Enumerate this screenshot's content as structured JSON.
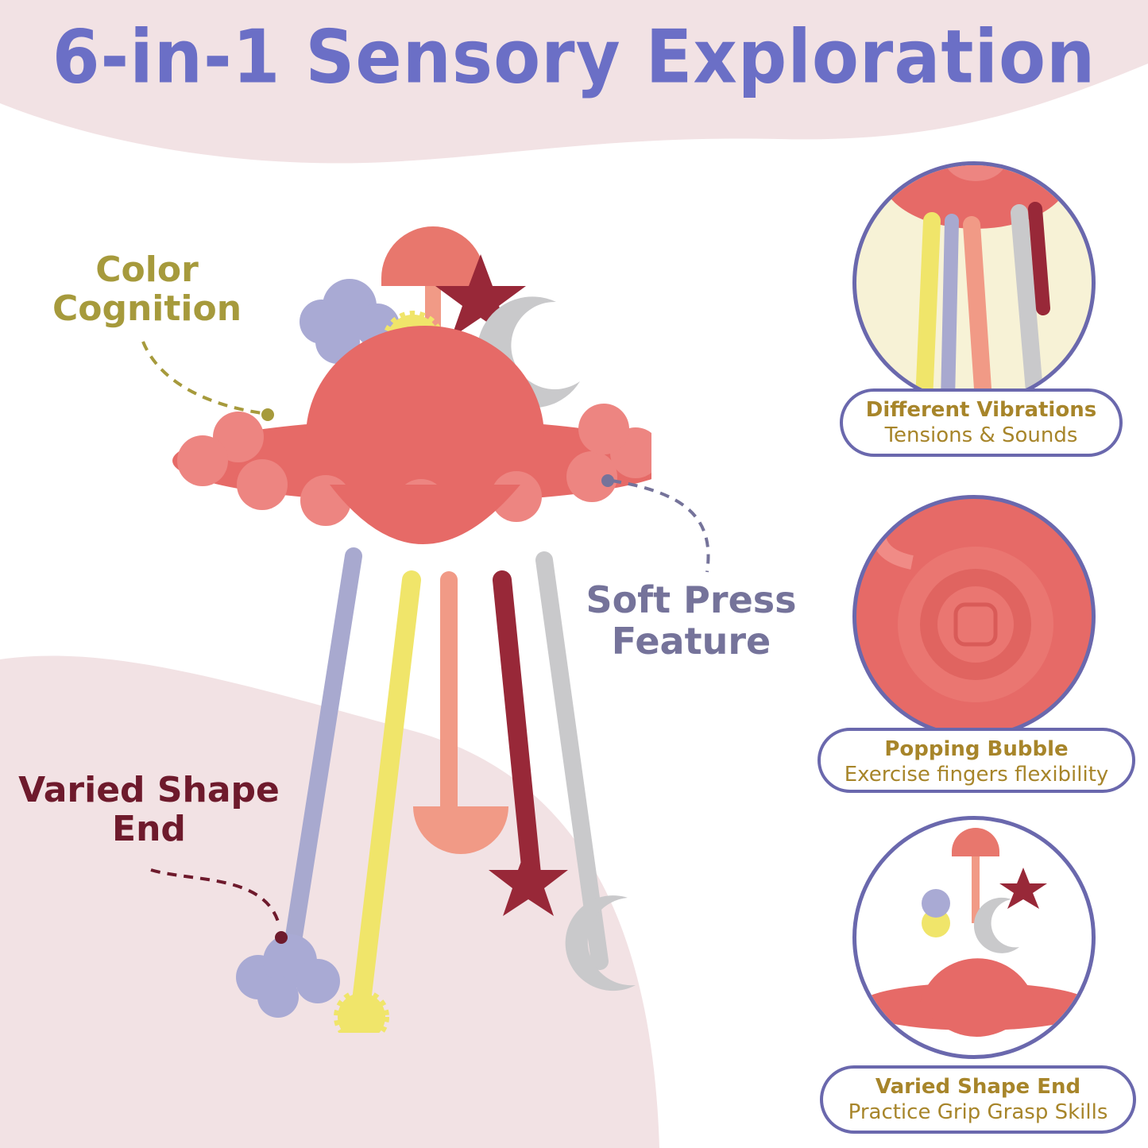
{
  "headline": "6-in-1 Sensory Exploration",
  "callouts": {
    "color_cognition": [
      "Color",
      "Cognition"
    ],
    "soft_press": [
      "Soft Press",
      "Feature"
    ],
    "varied_shape": [
      "Varied Shape",
      "End"
    ]
  },
  "features": [
    {
      "title": "Different Vibrations",
      "subtitle": "Tensions & Sounds"
    },
    {
      "title": "Popping Bubble",
      "subtitle": "Exercise fingers flexibility"
    },
    {
      "title": "Varied Shape End",
      "subtitle": "Practice Grip Grasp Skills"
    }
  ],
  "colors": {
    "headline": "#6b6fc6",
    "background_blob": "#f2e2e4",
    "toy_coral": "#e66a67",
    "circle_border": "#6a68ad",
    "feature_text": "#a7852a"
  }
}
